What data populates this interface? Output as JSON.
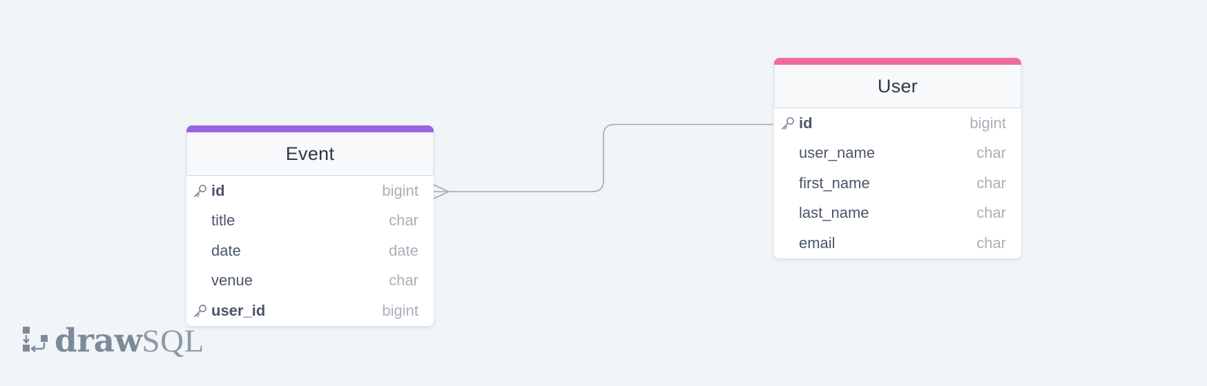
{
  "diagram": {
    "tables": [
      {
        "name": "Event",
        "accent_color": "#9b63de",
        "columns": [
          {
            "name": "id",
            "type": "bigint",
            "key": true,
            "bold": true
          },
          {
            "name": "title",
            "type": "char",
            "key": false,
            "bold": false
          },
          {
            "name": "date",
            "type": "date",
            "key": false,
            "bold": false
          },
          {
            "name": "venue",
            "type": "char",
            "key": false,
            "bold": false
          },
          {
            "name": "user_id",
            "type": "bigint",
            "key": true,
            "bold": true
          }
        ]
      },
      {
        "name": "User",
        "accent_color": "#f06c98",
        "columns": [
          {
            "name": "id",
            "type": "bigint",
            "key": true,
            "bold": true
          },
          {
            "name": "user_name",
            "type": "char",
            "key": false,
            "bold": false
          },
          {
            "name": "first_name",
            "type": "char",
            "key": false,
            "bold": false
          },
          {
            "name": "last_name",
            "type": "char",
            "key": false,
            "bold": false
          },
          {
            "name": "email",
            "type": "char",
            "key": false,
            "bold": false
          }
        ]
      }
    ],
    "relation": {
      "from_table": "Event",
      "from_column": "id",
      "to_table": "User",
      "to_column": "id",
      "from_cardinality": "many",
      "to_cardinality": "one",
      "line_color": "#9aa8b8"
    }
  },
  "logo": {
    "text_draw": "draw",
    "text_sql": "SQL",
    "icon": "drawsql-logo-icon"
  },
  "icons": {
    "key": "key-icon"
  }
}
